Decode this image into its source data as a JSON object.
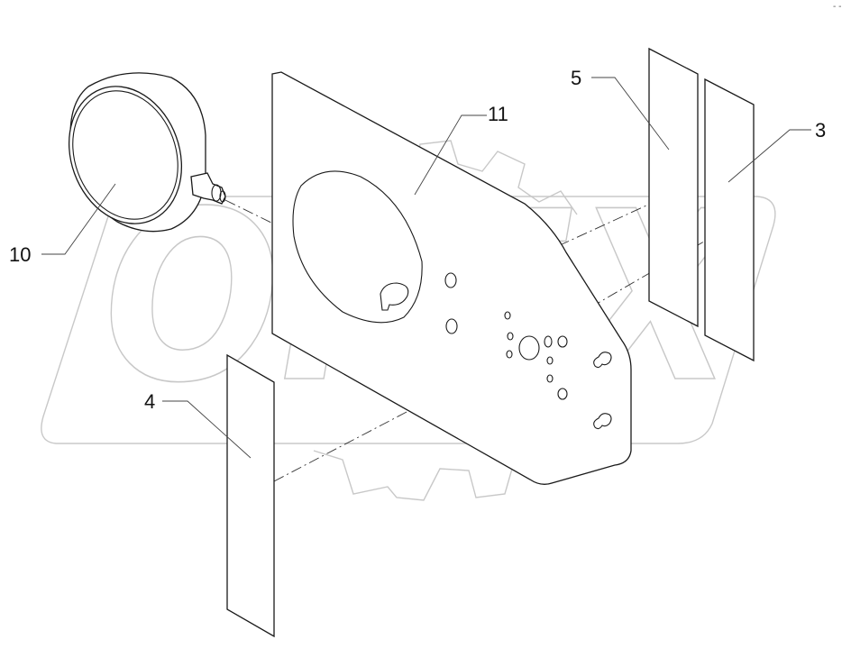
{
  "watermark": {
    "text": "OPEX",
    "color": "#c8c8c8"
  },
  "colors": {
    "line": "#1a1a1a",
    "background": "#ffffff"
  },
  "callouts": [
    {
      "id": "callout-10",
      "label": "10",
      "part": "round-lamp"
    },
    {
      "id": "callout-11",
      "label": "11",
      "part": "mounting-plate"
    },
    {
      "id": "callout-5",
      "label": "5",
      "part": "decal-strip-a"
    },
    {
      "id": "callout-3",
      "label": "3",
      "part": "decal-strip-b"
    },
    {
      "id": "callout-4",
      "label": "4",
      "part": "decal-strip-c"
    }
  ],
  "corner_mark": "- -"
}
